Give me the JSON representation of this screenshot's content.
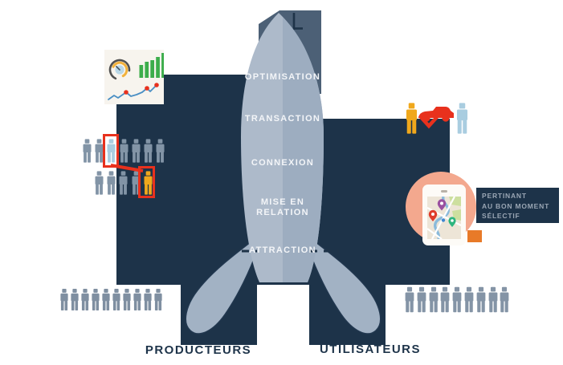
{
  "stages": [
    "OPTIMISATION",
    "TRANSACTION",
    "CONNEXION",
    "MISE EN\nRELATION",
    "ATTRACTION"
  ],
  "groups": {
    "producers_label": "PRODUCTEURS",
    "users_label": "UTILISATEURS"
  },
  "callout": {
    "lines": [
      "PERTINANT",
      "AU BON MOMENT",
      "SÉLECTIF"
    ]
  },
  "people_rows": {
    "left_row1": {
      "count": 7,
      "color": "#8294a6",
      "highlight_index": 2,
      "highlight_color": "#a9cde0"
    },
    "left_row2": {
      "count": 5,
      "color": "#8294a6",
      "highlight_index": 4,
      "highlight_color": "#f0a81c"
    },
    "bottom_left": {
      "count": 10,
      "color": "#7f8fa1"
    },
    "bottom_right": {
      "count": 9,
      "color": "#8494a6"
    },
    "top_right_producer": {
      "count": 1,
      "color": "#f0a81c"
    },
    "top_right_user": {
      "count": 1,
      "color": "#a9cde0"
    }
  },
  "icons": {
    "analytics_card": [
      "gauge-chart-icon",
      "bar-chart-icon",
      "line-chart-icon"
    ],
    "matching": "car-icon",
    "mobile": "smartphone-map-icon",
    "map_pins": [
      "purple-map-pin-icon",
      "red-map-pin-icon",
      "green-map-pin-icon"
    ],
    "person": "person-icon"
  },
  "colors": {
    "navy": "#1d3349",
    "rocket_light": "#adbaca",
    "rocket_dark": "#9dadc0",
    "fin_gray": "#a2b2c4",
    "slate_backdrop": "#4c6076",
    "red": "#e8311d",
    "orange": "#f0a81c",
    "light_blue": "#a9cde0",
    "person_gray": "#8294a6",
    "peach_circle": "#f3a88e",
    "deep_orange": "#e87a28",
    "chart_green": "#3cad4b",
    "chart_blue": "#4a8fc4",
    "gauge_orange": "#f2b23c"
  }
}
